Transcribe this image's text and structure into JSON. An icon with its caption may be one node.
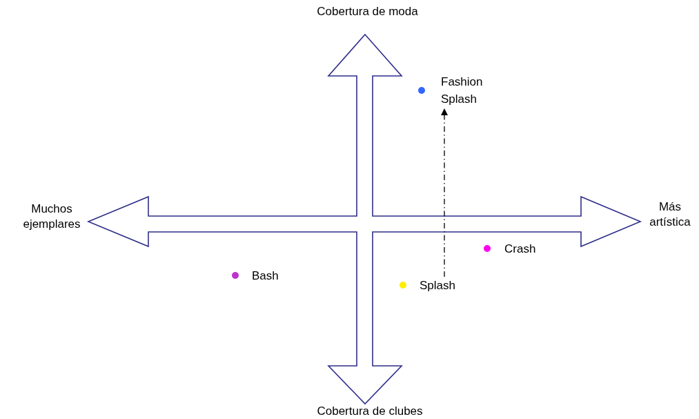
{
  "diagram": {
    "nodes": [
      {
        "text": [
          "Fashion Splash"
        ]
      },
      {
        "text": [
          "Crash"
        ]
      },
      {
        "text": [
          "Bash"
        ]
      },
      {
        "text": [
          "Splash"
        ]
      }
    ],
    "edges": [
      {
        "from": 3,
        "to": 0,
        "arrow": "to",
        "style": "dashed"
      }
    ],
    "labels": [
      "Cobertura de moda",
      "Muchos ejemplares",
      "Más artística",
      "Cobertura de clubes"
    ]
  }
}
